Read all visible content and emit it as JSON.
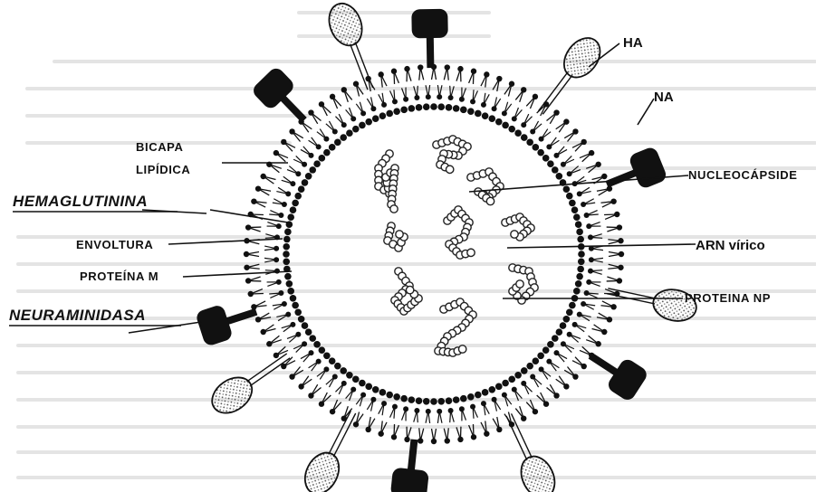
{
  "labels": {
    "ha": "HA",
    "na": "NA",
    "bicapa": "BICAPA",
    "lipidica": "LIPÍDICA",
    "hemaglutinina": "HEMAGLUTININA",
    "nucleocapside": "NUCLEOCÁPSIDE",
    "envoltura": "ENVOLTURA",
    "arn_virico": "ARN vírico",
    "proteina_m": "PROTEÍNA M",
    "proteina_np": "PROTEINA NP",
    "neuraminidasa": "NEURAMINIDASA"
  }
}
